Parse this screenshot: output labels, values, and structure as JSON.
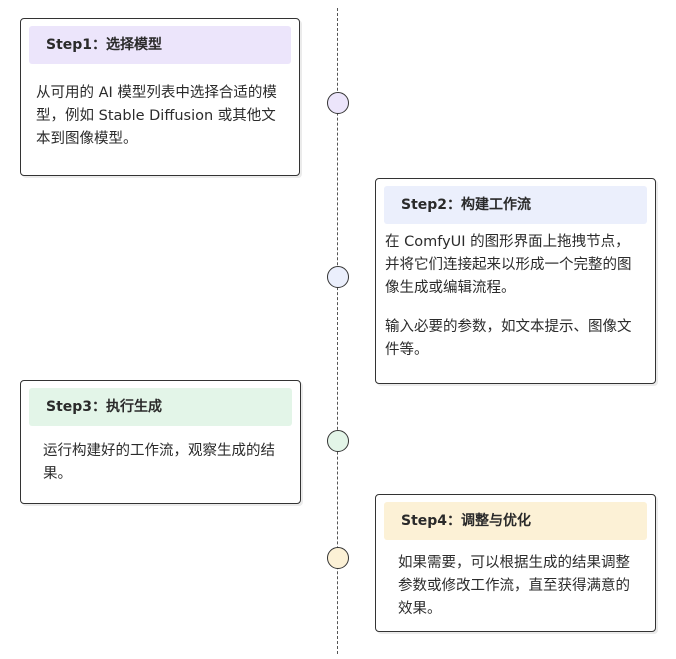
{
  "colors": {
    "step1": "#ece5fb",
    "step2": "#ebeffc",
    "step3": "#e3f5e8",
    "step4": "#fcf1d6"
  },
  "steps": [
    {
      "title": "Step1：选择模型",
      "paragraphs": [
        "从可用的 AI 模型列表中选择合适的模型，例如 Stable Diffusion 或其他文本到图像模型。"
      ]
    },
    {
      "title": "Step2：构建工作流",
      "paragraphs": [
        "在 ComfyUI 的图形界面上拖拽节点，并将它们连接起来以形成一个完整的图像生成或编辑流程。",
        "输入必要的参数，如文本提示、图像文件等。"
      ]
    },
    {
      "title": "Step3：执行生成",
      "paragraphs": [
        "运行构建好的工作流，观察生成的结果。"
      ]
    },
    {
      "title": "Step4：调整与优化",
      "paragraphs": [
        "如果需要，可以根据生成的结果调整参数或修改工作流，直至获得满意的效果。"
      ]
    }
  ]
}
